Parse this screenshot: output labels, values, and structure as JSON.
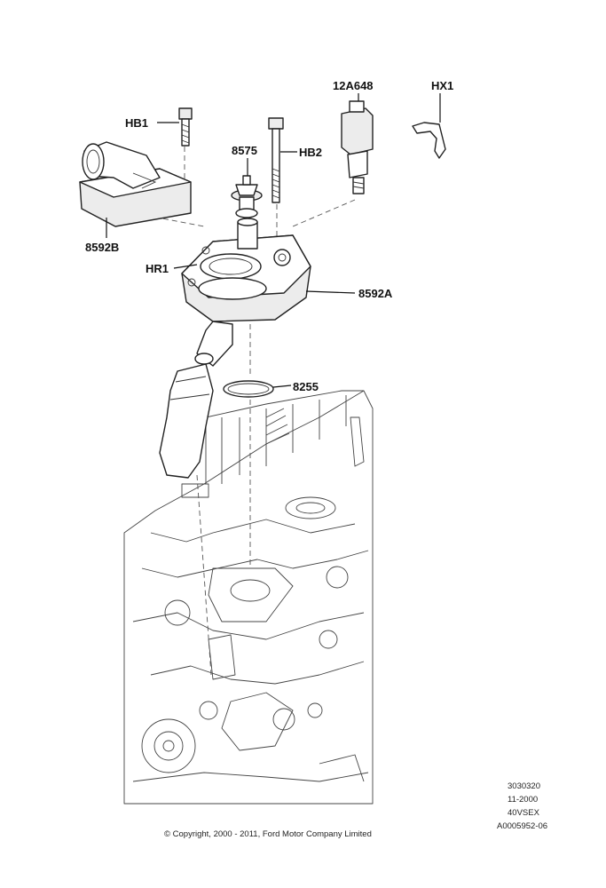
{
  "labels": {
    "hb1": "HB1",
    "hb2": "HB2",
    "p8575": "8575",
    "p12a648": "12A648",
    "hx1": "HX1",
    "p8592b": "8592B",
    "hr1": "HR1",
    "p8592a": "8592A",
    "p8255": "8255"
  },
  "meta": {
    "line1": "3030320",
    "line2": "11-2000",
    "line3": "40VSEX",
    "line4": "A0005952-06"
  },
  "copyright": "© Copyright, 2000 - 2011, Ford Motor Company Limited"
}
